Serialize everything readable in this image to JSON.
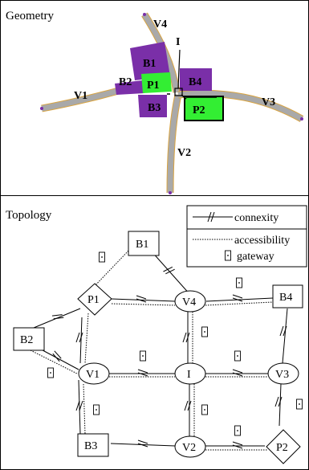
{
  "geometry": {
    "title": "Geometry",
    "labels": {
      "V1": "V1",
      "V2": "V2",
      "V3": "V3",
      "V4": "V4",
      "I": "I",
      "B1": "B1",
      "B2": "B2",
      "B3": "B3",
      "B4": "B4",
      "P1": "P1",
      "P2": "P2"
    },
    "colors": {
      "road": "#a9a9a9",
      "road_edge": "#d9a441",
      "building": "#7a2fa8",
      "plaza": "#33ee33"
    }
  },
  "topology": {
    "title": "Topology",
    "nodes": {
      "B1": "B1",
      "P1": "P1",
      "V4": "V4",
      "B4": "B4",
      "B2": "B2",
      "V1": "V1",
      "I": "I",
      "V3": "V3",
      "B3": "B3",
      "V2": "V2",
      "P2": "P2"
    },
    "legend": {
      "connexity": "connexity",
      "accessibility": "accessibility",
      "gateway": "gateway"
    }
  }
}
